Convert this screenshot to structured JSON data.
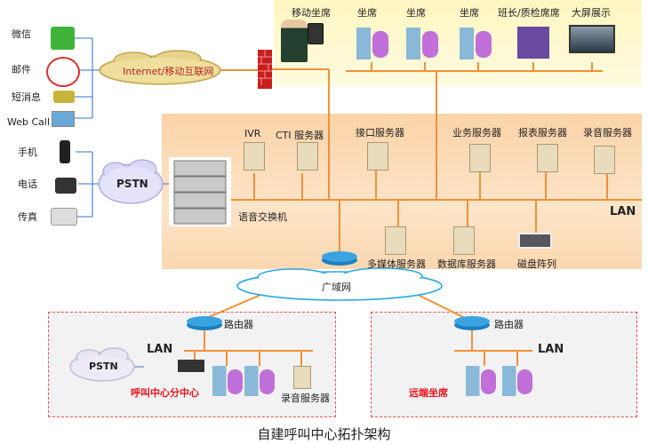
{
  "title": "自建呼叫中心拓扑架构",
  "channels_internet": [
    {
      "label": "微信",
      "icon": "wechat-icon"
    },
    {
      "label": "邮件",
      "icon": "email-icon"
    },
    {
      "label": "短消息",
      "icon": "sms-icon"
    },
    {
      "label": "Web Call",
      "icon": "laptop-icon"
    }
  ],
  "channels_pstn": [
    {
      "label": "手机",
      "icon": "mobile-phone-icon"
    },
    {
      "label": "电话",
      "icon": "desk-phone-icon"
    },
    {
      "label": "传真",
      "icon": "fax-icon"
    }
  ],
  "clouds": {
    "internet": "Internet/移动互联网",
    "pstn": "PSTN",
    "wan": "广域网",
    "branch_pstn": "PSTN"
  },
  "agent_zone": {
    "items": [
      "移动坐席",
      "坐席",
      "坐席",
      "坐席",
      "班长/质检席席",
      "大屏展示"
    ]
  },
  "server_zone": {
    "switch_label": "语音交换机",
    "top_servers": [
      "IVR",
      "CTI 服务器",
      "接口服务器",
      "业务服务器",
      "报表服务器",
      "录音服务器"
    ],
    "bottom_servers": [
      "多媒体服务器",
      "数据库服务器",
      "磁盘阵列"
    ],
    "lan_label": "LAN"
  },
  "branch": {
    "router_label": "路由器",
    "lan_label": "LAN",
    "name": "呼叫中心分中心",
    "recording_label": "录音服务器"
  },
  "remote": {
    "router_label": "路由器",
    "lan_label": "LAN",
    "name": "远端坐席"
  },
  "colors": {
    "lan_line": "#f0913a",
    "blue_line": "#5b8fd6",
    "agent_zone_bg": "#fdf8c8",
    "server_zone_bg": "#fbd3a8",
    "branch_border": "#e85050",
    "red_label": "#e8141c"
  }
}
